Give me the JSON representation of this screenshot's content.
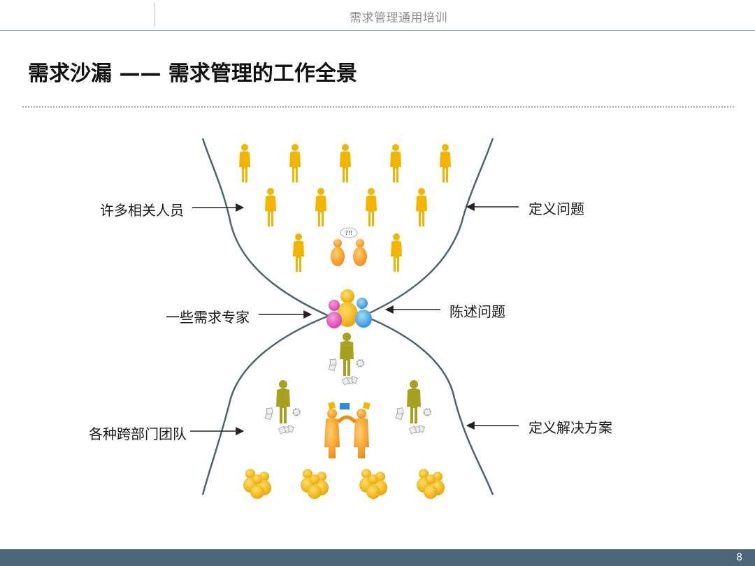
{
  "header": {
    "title": "需求管理通用培训"
  },
  "slide": {
    "title": "需求沙漏 —— 需求管理的工作全景"
  },
  "labels": {
    "many_people": "许多相关人员",
    "define_problem": "定义问题",
    "some_experts": "一些需求专家",
    "state_problem": "陈述问题",
    "cross_teams": "各种跨部门团队",
    "define_solution": "定义解决方案"
  },
  "bubble_text": "?!!",
  "footer": {
    "page_number": "8"
  },
  "colors": {
    "funnel_line": "#4b6470",
    "person_yellow": "#f3b400",
    "person_olive": "#a8a020",
    "person_orange": "#f29a0c",
    "footer_bar": "#4e6679"
  }
}
